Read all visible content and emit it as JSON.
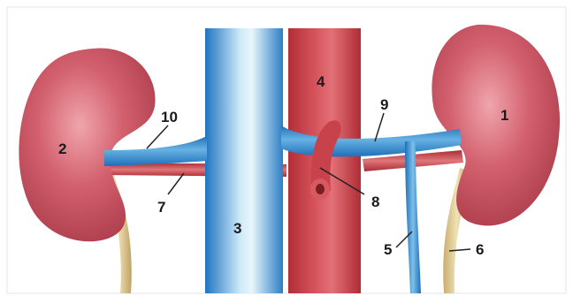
{
  "diagram": {
    "subject": "kidneys with renal vessels",
    "labels": {
      "n1": "1",
      "n2": "2",
      "n3": "3",
      "n4": "4",
      "n5": "5",
      "n6": "6",
      "n7": "7",
      "n8": "8",
      "n9": "9",
      "n10": "10"
    },
    "colors": {
      "kidney": "#c6505e",
      "vein": "#2f86c8",
      "artery": "#c63a40",
      "ureter": "#d9c48f",
      "background": "#ffffff"
    }
  }
}
